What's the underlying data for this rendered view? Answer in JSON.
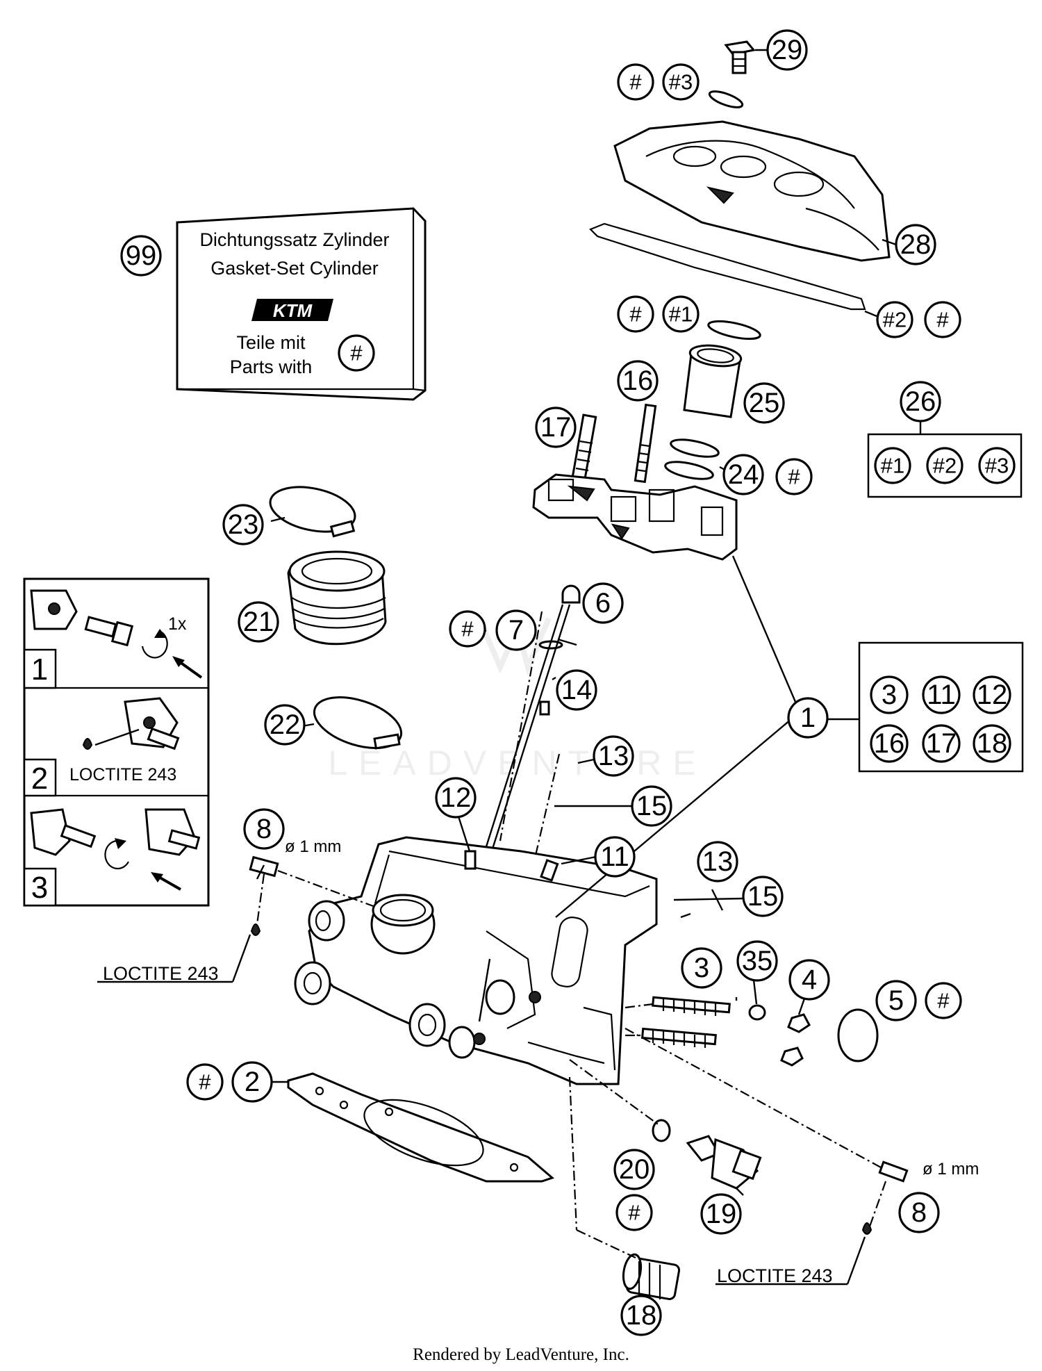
{
  "gasket_box": {
    "line1": "Dichtungssatz Zylinder",
    "line2": "Gasket-Set Cylinder",
    "brand": "KTM",
    "parts_de": "Teile mit",
    "parts_en": "Parts with",
    "parts_symbol": "#"
  },
  "kit_26": [
    "#1",
    "#2",
    "#3"
  ],
  "kit_1": [
    "3",
    "11",
    "12",
    "16",
    "17",
    "18"
  ],
  "steps": [
    {
      "number": "1",
      "note": "1x"
    },
    {
      "number": "2",
      "note": "LOCTITE 243"
    },
    {
      "number": "3",
      "note": ""
    }
  ],
  "labels": {
    "loctite_left": "LOCTITE 243",
    "loctite_right": "LOCTITE 243",
    "dia_left": "ø 1 mm",
    "dia_right": "ø 1 mm"
  },
  "callouts": {
    "c29": "29",
    "hash_top": "#",
    "h3_top": "#3",
    "c28": "28",
    "c99": "99",
    "hash_mid": "#",
    "h1_mid": "#1",
    "h2_right": "#2",
    "hash_right": "#",
    "c16": "16",
    "c25": "25",
    "c26": "26",
    "c17": "17",
    "c24": "24",
    "hash_24": "#",
    "c23": "23",
    "c21": "21",
    "c22": "22",
    "c6": "6",
    "hash_7": "#",
    "c7": "7",
    "c14": "14",
    "c1": "1",
    "c13a": "13",
    "c15a": "15",
    "c12": "12",
    "c11": "11",
    "c8a": "8",
    "c13b": "13",
    "c15b": "15",
    "c3": "3",
    "c35": "35",
    "c4": "4",
    "c5": "5",
    "hash_5": "#",
    "hash_2": "#",
    "c2": "2",
    "c20": "20",
    "hash_20": "#",
    "c19": "19",
    "c8b": "8",
    "c18": "18"
  },
  "watermark": "LEADVENTURE",
  "footer": "Rendered by LeadVenture, Inc."
}
